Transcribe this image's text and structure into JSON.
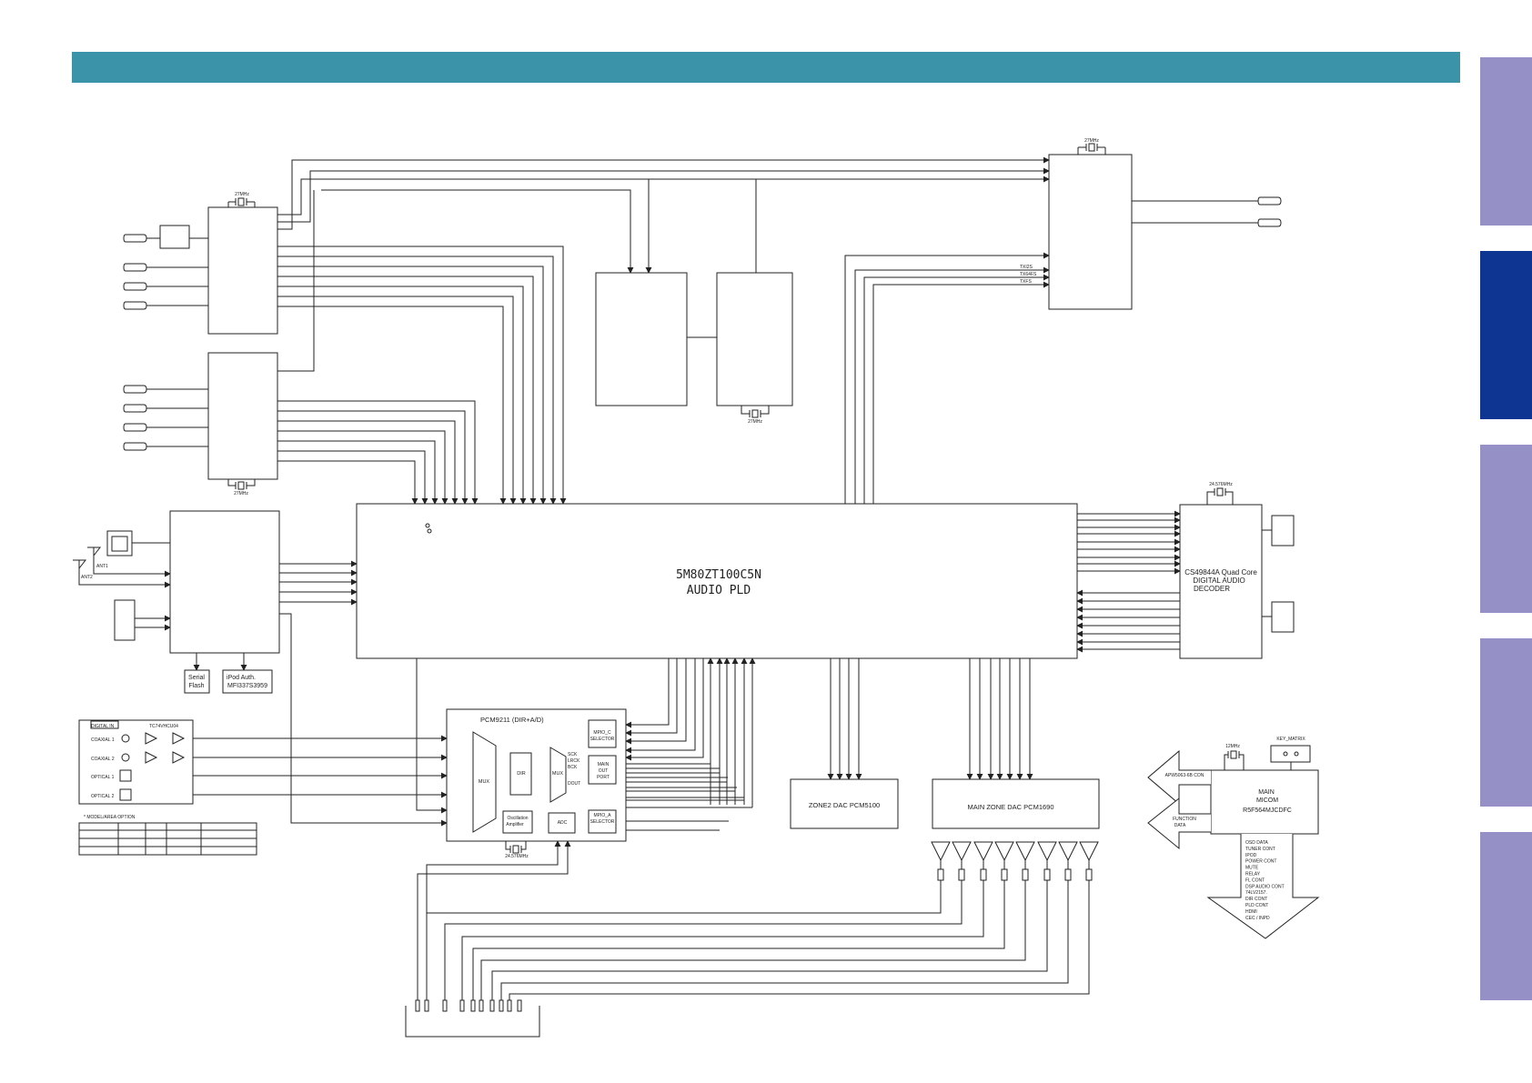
{
  "colors": {
    "header_bar": "#3a93a8",
    "tab_inactive": "#9590c6",
    "tab_active": "#0f3593",
    "line": "#222222"
  },
  "side_tabs": [
    {
      "state": "inactive"
    },
    {
      "state": "active"
    },
    {
      "state": "inactive"
    },
    {
      "state": "inactive"
    },
    {
      "state": "inactive"
    }
  ],
  "crystals": {
    "c1": "27MHz",
    "c2": "27MHz",
    "c3": "27MHz",
    "c4": "27MHz",
    "c5": "24.576MHz",
    "c6": "24.576MHz",
    "c7": "12MHz"
  },
  "blocks": {
    "audio_pld": {
      "line1": "5M80ZT100C5N",
      "line2": "AUDIO PLD"
    },
    "dsp": {
      "line1": "CS49844A Quad Core",
      "line2": "DIGITAL AUDIO",
      "line3": "DECODER"
    },
    "pcm9211": {
      "title": "PCM9211 (DIR+A/D)"
    },
    "mux1": "MUX",
    "dir": "DIR",
    "mux2": "MUX",
    "mpio_c": {
      "l1": "MPIO_C",
      "l2": "SELECTOR"
    },
    "main_out": {
      "l1": "MAIN",
      "l2": "OUT",
      "l3": "PORT"
    },
    "mpio_a": {
      "l1": "MPIO_A",
      "l2": "SELECTOR"
    },
    "osc_amp": {
      "l1": "Oscillation",
      "l2": "Amplifier"
    },
    "adc": "ADC",
    "sck": {
      "l1": "SCK",
      "l2": "LRCK",
      "l3": "BCK"
    },
    "dout": "DOUT",
    "zone2_dac": "ZONE2 DAC PCM5100",
    "main_dac": "MAIN ZONE DAC PCM1690",
    "serial_flash": {
      "l1": "Serial",
      "l2": "Flash"
    },
    "ipod_auth": {
      "l1": "iPod Auth.",
      "l2": "MFI337S3959"
    },
    "micom": {
      "l1": "MAIN",
      "l2": "MICOM",
      "l3": "R5F564MJCDFC"
    },
    "key_matrix": "KEY_MATRIX",
    "apw_con": "APW5063-6B CON",
    "function_data": {
      "l1": "FUNCTION",
      "l2": "DATA"
    },
    "ant1": "ANT1",
    "ant2": "ANT2"
  },
  "hdmi_signals": [
    "TXI2S",
    "TX64FS",
    "TXFS"
  ],
  "digital_in": {
    "title": "DIGITAL IN",
    "buffer": "TC74VHCU04",
    "inputs": [
      "COAXIAL 1",
      "COAXIAL 2",
      "OPTICAL 1",
      "OPTICAL 2"
    ]
  },
  "model_note": "* MODEL/AREA OPTION",
  "micom_outputs": [
    "OSD DATA",
    "TUNER CONT",
    "IPOD",
    "POWER CONT",
    "MUTE",
    "RELAY",
    "FL CONT",
    "DSP AUDIO CONT",
    "74LV2157.",
    "DIR CONT",
    "PLD CONT",
    "HDMI",
    "CEC / INPD"
  ]
}
